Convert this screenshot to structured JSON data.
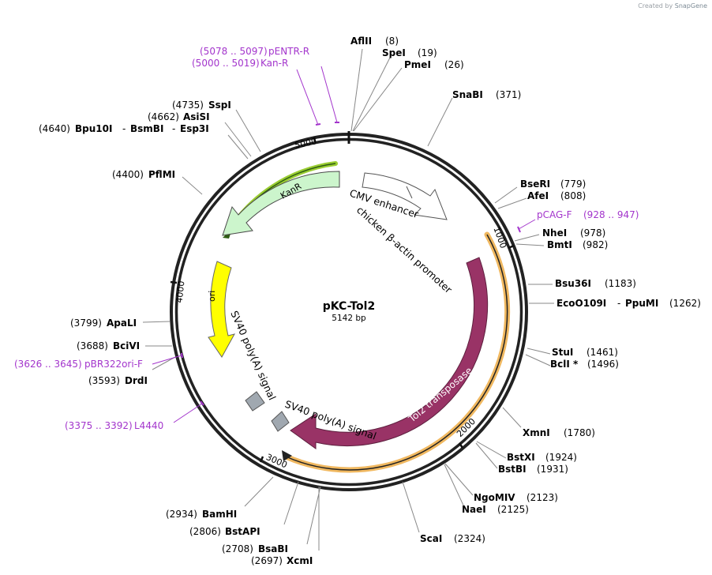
{
  "credit": {
    "prefix": "Created by",
    "brand": "SnapGene"
  },
  "plasmid": {
    "name": "pKC-Tol2",
    "length_label": "5142 bp",
    "length": 5142
  },
  "ticks": [
    {
      "pos": 1000,
      "label": "1000"
    },
    {
      "pos": 2000,
      "label": "2000"
    },
    {
      "pos": 3000,
      "label": "3000"
    },
    {
      "pos": 4000,
      "label": "4000"
    },
    {
      "pos": 5000,
      "label": "5000"
    }
  ],
  "enzymes": [
    {
      "name": "AflII",
      "pos": "(8)"
    },
    {
      "name": "SpeI",
      "pos": "(19)"
    },
    {
      "name": "PmeI",
      "pos": "(26)"
    },
    {
      "name": "SnaBI",
      "pos": "(371)"
    },
    {
      "name": "BseRI",
      "pos": "(779)"
    },
    {
      "name": "AfeI",
      "pos": "(808)"
    },
    {
      "name": "NheI",
      "pos": "(978)"
    },
    {
      "name": "BmtI",
      "pos": "(982)"
    },
    {
      "name": "Bsu36I",
      "pos": "(1183)"
    },
    {
      "name": "EcoO109I",
      "name2": "PpuMI",
      "pos": "(1262)"
    },
    {
      "name": "StuI",
      "pos": "(1461)"
    },
    {
      "name": "BclI *",
      "pos": "(1496)"
    },
    {
      "name": "XmnI",
      "pos": "(1780)"
    },
    {
      "name": "BstXI",
      "pos": "(1924)"
    },
    {
      "name": "BstBI",
      "pos": "(1931)"
    },
    {
      "name": "NgoMIV",
      "pos": "(2123)"
    },
    {
      "name": "NaeI",
      "pos": "(2125)"
    },
    {
      "name": "ScaI",
      "pos": "(2324)"
    },
    {
      "name": "XcmI",
      "pos": "(2697)"
    },
    {
      "name": "BsaBI",
      "pos": "(2708)"
    },
    {
      "name": "BstAPI",
      "pos": "(2806)"
    },
    {
      "name": "BamHI",
      "pos": "(2934)"
    },
    {
      "name": "DrdI",
      "pos": "(3593)"
    },
    {
      "name": "BciVI",
      "pos": "(3688)"
    },
    {
      "name": "ApaLI",
      "pos": "(3799)"
    },
    {
      "name": "PflMI",
      "pos": "(4400)"
    },
    {
      "name": "Bpu10I",
      "name2": "BsmBI",
      "name3": "Esp3I",
      "pos": "(4640)"
    },
    {
      "name": "AsiSI",
      "pos": "(4662)"
    },
    {
      "name": "SspI",
      "pos": "(4735)"
    }
  ],
  "primers": [
    {
      "name": "pENTR-R",
      "range": "(5078 .. 5097)"
    },
    {
      "name": "Kan-R",
      "range": "(5000 .. 5019)"
    },
    {
      "name": "pCAG-F",
      "range": "(928 .. 947)"
    },
    {
      "name": "pBR322ori-F",
      "range": "(3626 .. 3645)"
    },
    {
      "name": "L4440",
      "range": "(3375 .. 3392)"
    }
  ],
  "features": [
    {
      "name": "KanR",
      "color": "#ccf5cc"
    },
    {
      "name": "CMV enhancer",
      "color": "#ffffff"
    },
    {
      "name": "chicken β-actin promoter",
      "color": "#ffffff"
    },
    {
      "name": "Tol2 transposase",
      "color": "#993366"
    },
    {
      "name": "ori",
      "color": "#ffff00"
    },
    {
      "name": "SV40 poly(A) signal",
      "color": "#a0a8b0"
    },
    {
      "name": "SV40 poly(A) signal",
      "color": "#a0a8b0"
    }
  ],
  "colors": {
    "primer": "#a335cc",
    "backbone": "#222222",
    "orf_highlight": "#f0b860",
    "kanr_highlight": "#3c7a1e"
  }
}
